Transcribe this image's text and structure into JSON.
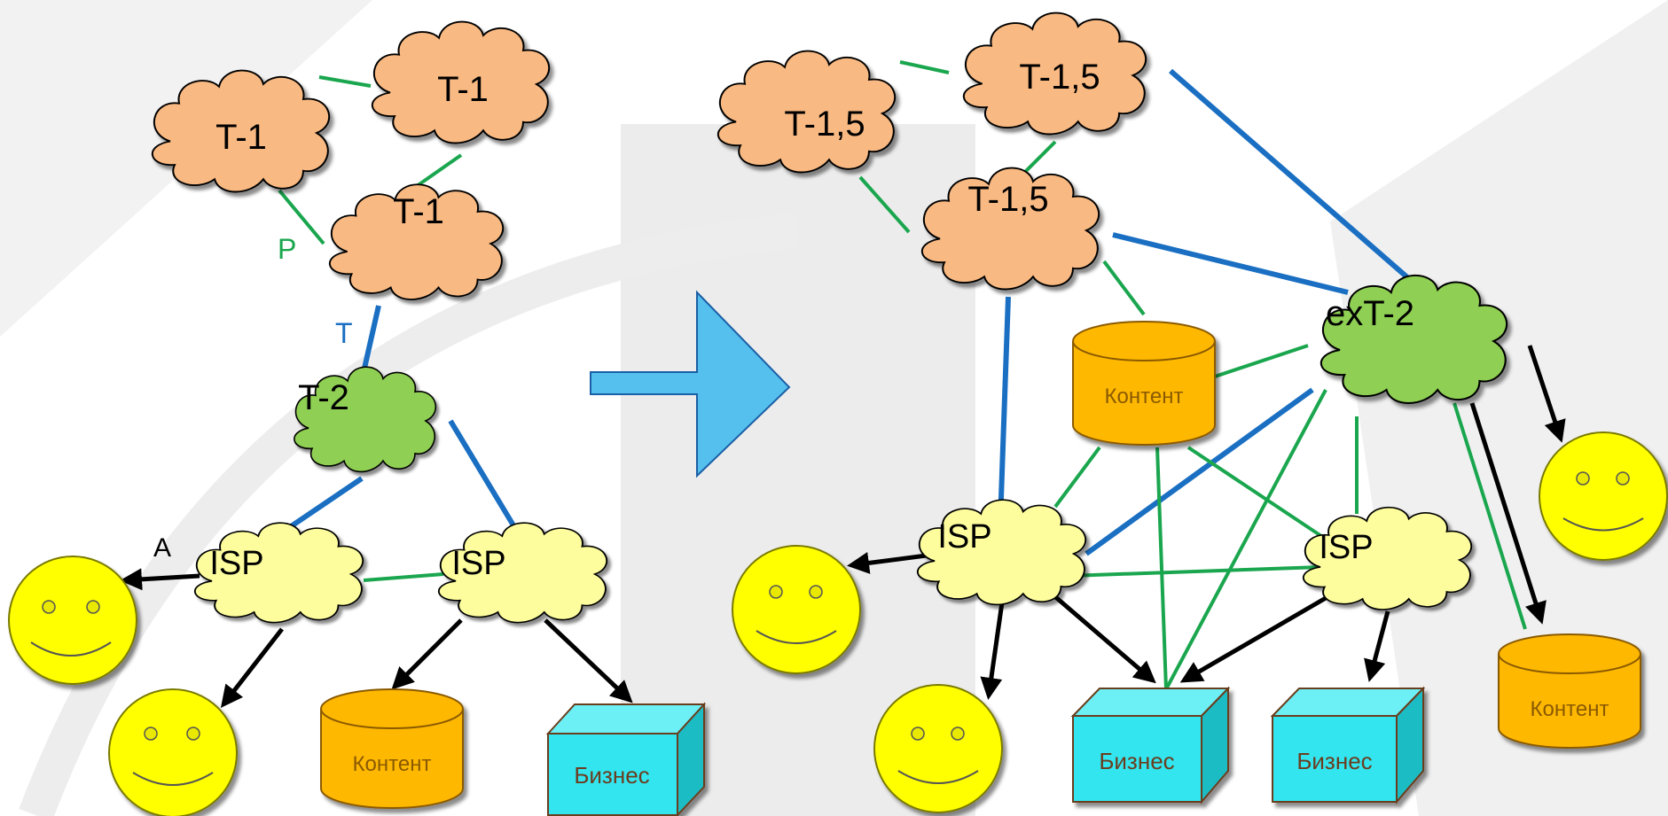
{
  "colors": {
    "peering": "#1aa64e",
    "transit": "#1a6fc2",
    "access": "#000000",
    "tier1_fill": "#f9b982",
    "tier2_fill": "#8fcf52",
    "isp_fill": "#fdfd9e",
    "content_fill": "#ffb800",
    "business_fill": "#33e5ef",
    "smiley_fill": "#ffff00",
    "arrow_fill": "#55c0ee",
    "watermark": "#e9e9e9"
  },
  "left": {
    "tier1_a": "T-1",
    "tier1_b": "T-1",
    "tier1_c": "T-1",
    "tier2": "T-2",
    "isp_a": "ISP",
    "isp_b": "ISP",
    "content": "Контент",
    "business": "Бизнес",
    "label_p": "P",
    "label_t": "T",
    "label_a": "A"
  },
  "right": {
    "tier15_a": "T-1,5",
    "tier15_b": "T-1,5",
    "tier15_c": "T-1,5",
    "ext2": "exT-2",
    "isp_a": "ISP",
    "isp_b": "ISP",
    "content_center": "Контент",
    "content_right": "Контент",
    "business_a": "Бизнес",
    "business_b": "Бизнес"
  }
}
